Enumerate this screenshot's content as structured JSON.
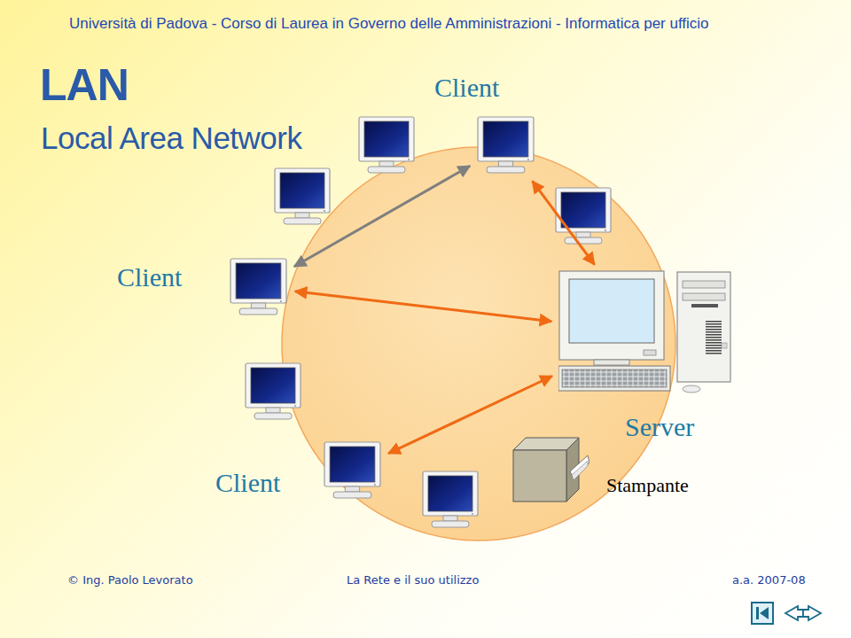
{
  "diagram": {
    "title": "LAN",
    "nodes": [
      {
        "text": [
          "Client"
        ]
      },
      {
        "text": [
          "Client"
        ]
      },
      {
        "text": [
          "Client"
        ]
      },
      {
        "text": [
          "Server"
        ]
      },
      {
        "text": [
          "Stampante"
        ]
      }
    ],
    "edges": [
      {
        "from": 1,
        "to": 0,
        "arrow": "both"
      },
      {
        "from": 0,
        "to": 3,
        "arrow": "both"
      },
      {
        "from": 1,
        "to": 3,
        "arrow": "both"
      },
      {
        "from": 3,
        "to": 2,
        "arrow": "both"
      }
    ],
    "labels": [
      "Università di Padova - Corso di Laurea in Governo delle Amministrazioni - Informatica per ufficio",
      "Local Area Network",
      "© Ing. Paolo Levorato",
      "La Rete e il suo utilizzo",
      "a.a. 2007-08"
    ]
  }
}
